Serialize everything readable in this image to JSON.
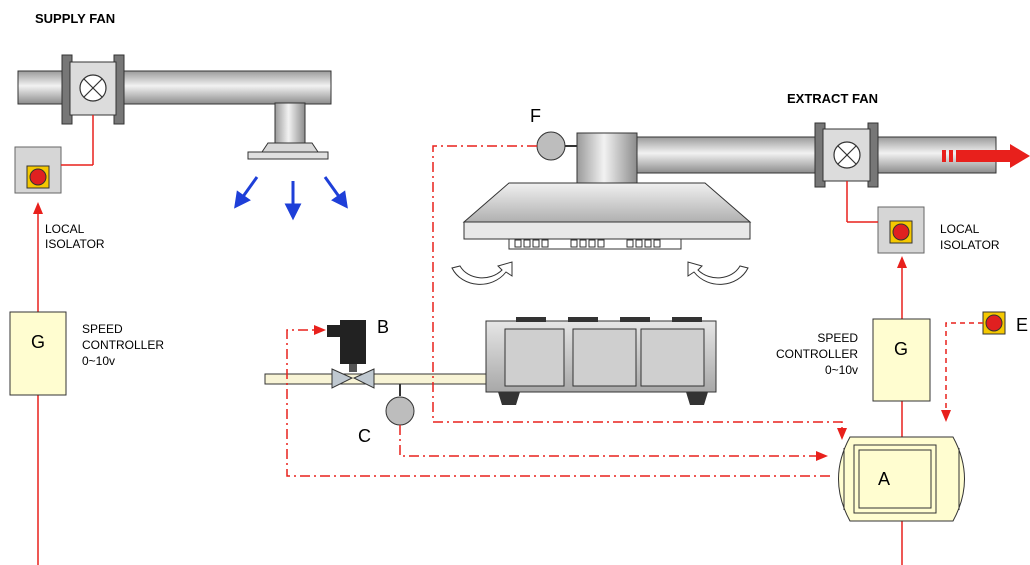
{
  "title_supply_fan": "SUPPLY FAN",
  "title_extract_fan": "EXTRACT FAN",
  "isolator_supply": {
    "line1": "LOCAL",
    "line2": "ISOLATOR"
  },
  "isolator_extract": {
    "line1": "LOCAL",
    "line2": "ISOLATOR"
  },
  "controller_supply": {
    "letter": "G",
    "line1": "SPEED",
    "line2": "CONTROLLER",
    "line3": "0~10v"
  },
  "controller_extract": {
    "letter": "G",
    "line1": "SPEED",
    "line2": "CONTROLLER",
    "line3": "0~10v"
  },
  "labels": {
    "A": "A",
    "B": "B",
    "C": "C",
    "E": "E",
    "F": "F"
  },
  "colors": {
    "signal_red": "#e8201c",
    "air_blue": "#1e3fd8",
    "duct_gray": "#c8c8c8",
    "controller_fill": "#fffdd0",
    "button_red": "#e02020",
    "button_yellow": "#f5c800"
  }
}
